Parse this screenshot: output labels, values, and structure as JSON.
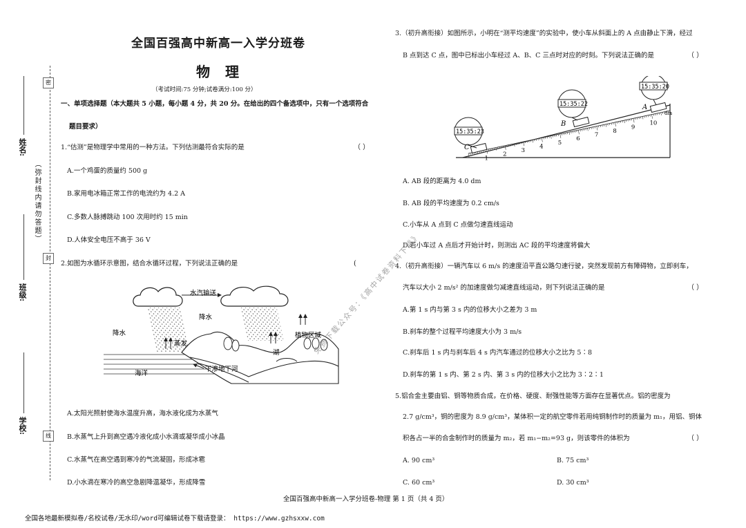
{
  "header": {
    "title": "全国百强高中新高一入学分班卷",
    "subject": "物理",
    "exam_note": "（考试时间:75 分钟;试卷满分:100 分）"
  },
  "section1": {
    "line1": "一、单项选择题（本大题共 5 小题，每小题 4 分，共 20 分。在给出的四个备选项中，只有一个选项符合",
    "line2": "题目要求）"
  },
  "margin": {
    "name": "姓名:",
    "class": "班级:",
    "school": "学校:",
    "notice": "（弥封线内请勿答题）",
    "tag1": "密",
    "tag2": "封",
    "tag3": "线"
  },
  "q1": {
    "stem": "1.“估测”是物理学中常用的一种方法。下列估测最符合实际的是",
    "paren": "（      ）",
    "A": "A.一个鸡蛋的质量约 500 g",
    "B": "B.家用电冰箱正常工作的电流约为 4.2 A",
    "C": "C.多数人脉搏跳动 100 次用时约 15 min",
    "D": "D.人体安全电压不高于 36 V"
  },
  "q2": {
    "stem": "2.如图为水循环示意图，结合水循环过程，下列说法正确的是",
    "paren": "(",
    "A": "A.太阳光照射使海水温度升高，海水液化成为水蒸气",
    "B": "B.水蒸气上升到高空遇冷液化成小水滴或凝华成小冰晶",
    "C": "C.水蒸气在高空遇到寒冷的气流凝固，形成冰雹",
    "D": "D.小水滴在寒冷的高空急剧降温凝华，形成降雪",
    "figure": {
      "vapor": "水汽输送",
      "rain1": "降水",
      "rain2": "降水",
      "evap": "蒸发",
      "ocean": "海洋",
      "seep": "下渗地下河",
      "lake": "湖",
      "veg": "植物区域"
    }
  },
  "q3": {
    "line1": "3.（初升高衔接）如图所示，小明在“测平均速度”的实验中，使小车从斜面上的 A 点由静止下滑，经过",
    "line2": "B 点到达 C 点，图中已标出小车经过 A、B、C 三点时对应的时刻。下列说法正确的是",
    "paren": "（      ）",
    "A": "A. AB 段的距离为 4.0 dm",
    "B": "B. AB 段的平均速度为 0.2 cm/s",
    "C": "C.小车从 A 点到 C 点做匀速直线运动",
    "D": "D.若小车过 A 点后才开始计时，则测出 AC 段的平均速度将偏大",
    "figure": {
      "timeA": "15:35:20",
      "timeB": "15:35:22",
      "timeC": "15:35:23",
      "labelA": "A",
      "labelB": "B",
      "labelC": "C",
      "unit": "dm",
      "ticks": [
        "1",
        "2",
        "3",
        "4",
        "5",
        "6",
        "7",
        "8",
        "9",
        "10"
      ]
    }
  },
  "q4": {
    "line1": "4.（初升高衔接）一辆汽车以 6 m/s 的速度沿平直公路匀速行驶，突然发现前方有障碍物，立即刹车，",
    "line2": "汽车以大小 2 m/s² 的加速度做匀减速直线运动，则下列说法正确的是",
    "paren": "（      ）",
    "A": "A.第 1 s 内与第 3 s 内的位移大小之差为 3 m",
    "B": "B.刹车的整个过程平均速度大小为 3 m/s",
    "C": "C.刹车后 1 s 内与刹车后 4 s 内汽车通过的位移大小之比为 5∶8",
    "D": "D.刹车的第 1 s 内、第 2 s 内、第 3 s 内的位移大小之比为 3∶2∶1"
  },
  "q5": {
    "line1": "5.铝合金主要由铝、铜等物质合成，在价格、硬度、耐强性能等方面存在显著优点。铝的密度为",
    "line2": "2.7 g/cm³，铜的密度为 8.9 g/cm³，某体积一定的航空零件若用纯铜制作时的质量为 m₁，用铝、铜体",
    "line3": "积各占一半的合金制作时的质量为 m₂，若 m₁−m₂=93 g，则该零件的体积为",
    "paren": "（      ）",
    "A": "A. 90 cm³",
    "B": "B. 75 cm³",
    "C": "C. 60 cm³",
    "D": "D. 30 cm³"
  },
  "watermark": "免费下载公众号：《高中试卷资料下载》",
  "footer": "全国百强高中新高一入学分班卷-物理   第 1 页（共 4 页）",
  "bottom_line": "全国各地最新模拟卷/名校试卷/无水印/word可编辑试卷下载请登录： https://www.gzhsxxw.com"
}
